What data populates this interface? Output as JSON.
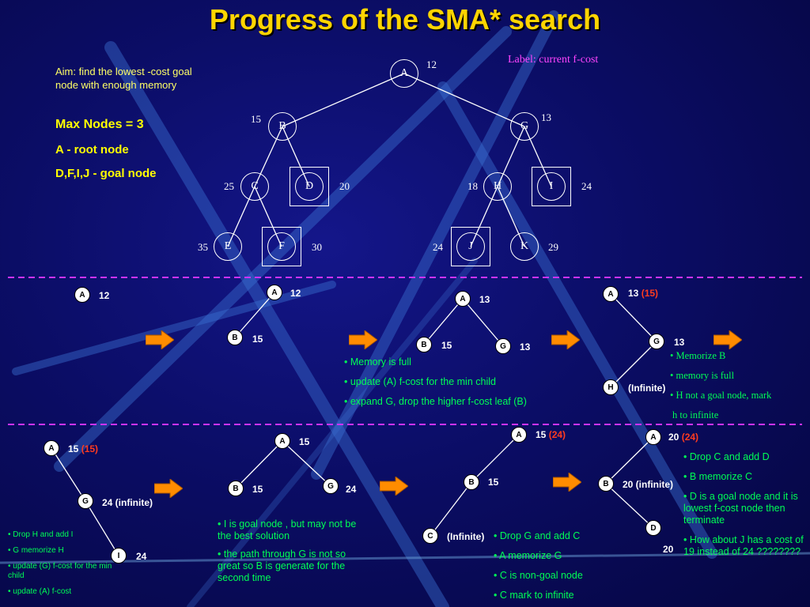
{
  "title": "Progress of the SMA* search",
  "aim": "Aim: find the lowest -cost goal node with enough memory",
  "max_nodes": "Max Nodes = 3",
  "root_node": "A - root node",
  "goal_nodes": "D,F,I,J - goal node",
  "label_note": "Label: current f-cost",
  "tree": {
    "A": {
      "name": "A",
      "cost": "12"
    },
    "B": {
      "name": "B",
      "cost": "15"
    },
    "G": {
      "name": "G",
      "cost": "13"
    },
    "C": {
      "name": "C",
      "cost": "25"
    },
    "D": {
      "name": "D",
      "cost": "20"
    },
    "H": {
      "name": "H",
      "cost": "18"
    },
    "I": {
      "name": "I",
      "cost": "24"
    },
    "E": {
      "name": "E",
      "cost": "35"
    },
    "F": {
      "name": "F",
      "cost": "30"
    },
    "J": {
      "name": "J",
      "cost": "24"
    },
    "K": {
      "name": "K",
      "cost": "29"
    }
  },
  "steps": [
    {
      "nodes": [
        {
          "name": "A",
          "val": "12"
        }
      ]
    },
    {
      "nodes": [
        {
          "name": "A",
          "val": "12"
        },
        {
          "name": "B",
          "val": "15"
        }
      ]
    },
    {
      "nodes": [
        {
          "name": "A",
          "val": "13"
        },
        {
          "name": "B",
          "val": "15"
        },
        {
          "name": "G",
          "val": "13"
        }
      ],
      "notes": [
        "• Memory is full",
        "• update (A) f-cost for the min child",
        "• expand G, drop the higher f-cost leaf (B)"
      ]
    },
    {
      "nodes": [
        {
          "name": "A",
          "val": "13",
          "extra": "(15)"
        },
        {
          "name": "G",
          "val": "13"
        },
        {
          "name": "H",
          "val": "(Infinite)"
        }
      ],
      "notes": [
        "• Memorize B",
        "• memory is full",
        "• H not a goal node, mark",
        "h  to infinite"
      ]
    },
    {
      "nodes": [
        {
          "name": "A",
          "val": "15",
          "extra": "(15)"
        },
        {
          "name": "G",
          "val": "24 (infinite)"
        },
        {
          "name": "I",
          "val": "24"
        }
      ],
      "notes": [
        "• Drop H and add I",
        "• G memorize H",
        "• update (G) f-cost  for the min child",
        "• update (A) f-cost"
      ]
    },
    {
      "nodes": [
        {
          "name": "A",
          "val": "15"
        },
        {
          "name": "B",
          "val": "15"
        },
        {
          "name": "G",
          "val": "24"
        }
      ],
      "notes": [
        "• I  is goal node , but may not be the best solution",
        "• the path through G is not so great so B is generate for the second time"
      ]
    },
    {
      "nodes": [
        {
          "name": "A",
          "val": "15",
          "extra": "(24)"
        },
        {
          "name": "B",
          "val": "15"
        },
        {
          "name": "C",
          "val": "(Infinite)"
        }
      ],
      "notes": [
        "• Drop G and add C",
        "• A memorize G",
        "• C is non-goal node",
        "• C mark to infinite"
      ]
    },
    {
      "nodes": [
        {
          "name": "A",
          "val": "20",
          "extra": "(24)"
        },
        {
          "name": "B",
          "val": "20 (infinite)"
        },
        {
          "name": "D",
          "val": "20"
        }
      ],
      "notes": [
        "• Drop C and add D",
        "• B memorize C",
        "• D is a goal node and it is lowest f-cost node then terminate",
        "• How about J has a cost of 19 instead of 24 ????????"
      ]
    }
  ],
  "colors": {
    "title": "#ffd500",
    "note": "#00ff55",
    "label": "#ff44ff",
    "highlight": "#ff3b1f",
    "divider": "#cc33ff",
    "arrow": "#ff8c00"
  }
}
